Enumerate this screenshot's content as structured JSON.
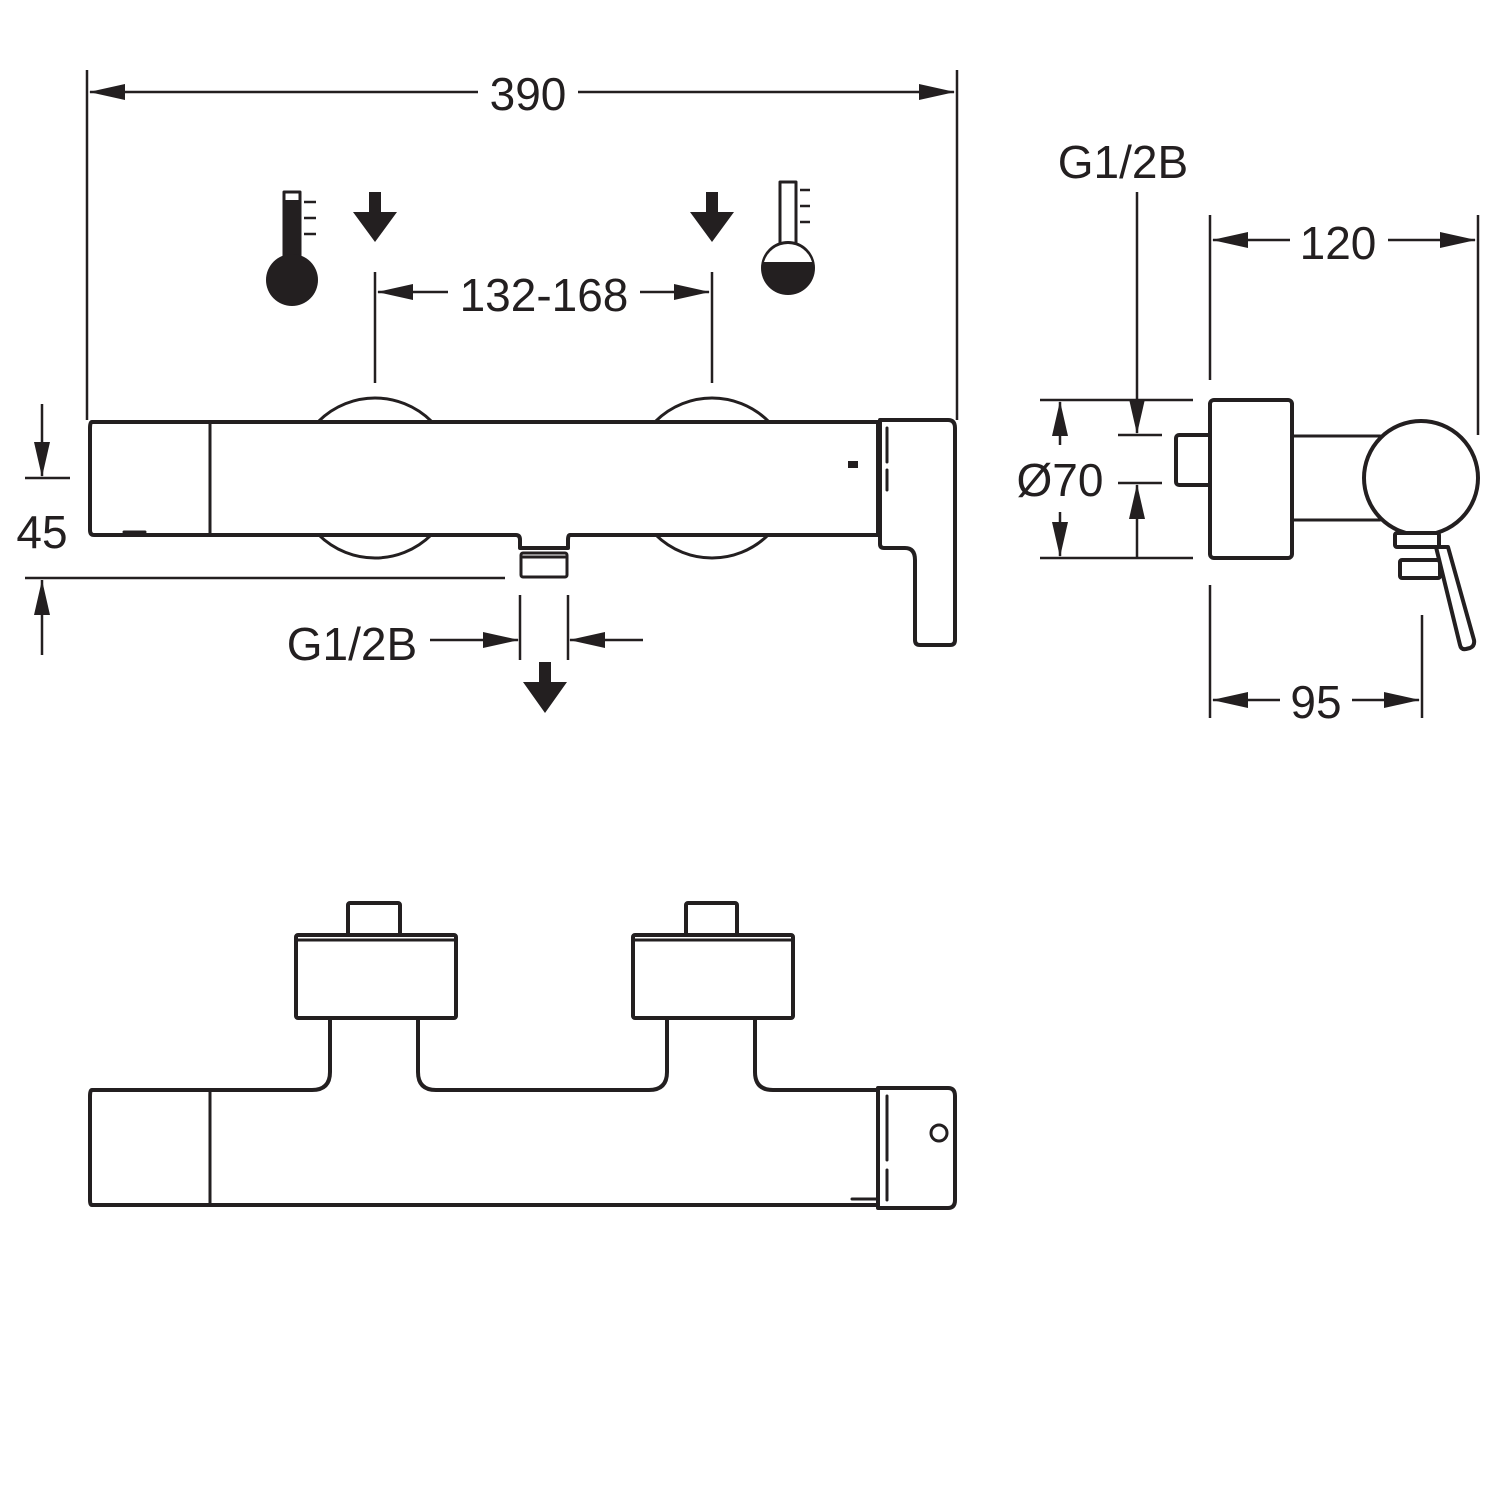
{
  "title": "Thermostatic shower mixer dimension drawing",
  "dimensions": {
    "overall_length": "390",
    "inlet_spacing": "132-168",
    "height": "45",
    "outlet_thread": "G1/2B",
    "inlet_thread": "G1/2B",
    "side_inlet_thread": "G1/2B",
    "diameter": "Ø70",
    "projection": "120",
    "lever_projection": "95"
  },
  "colors": {
    "line": "#231f20",
    "background": "#ffffff"
  }
}
